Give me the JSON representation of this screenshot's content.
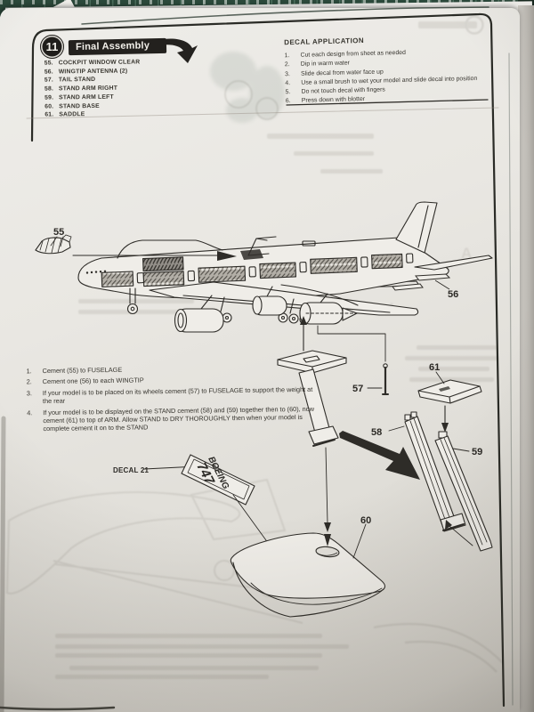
{
  "step": {
    "number": "11",
    "title": "Final Assembly"
  },
  "parts_list": [
    {
      "num": "55.",
      "name": "COCKPIT WINDOW CLEAR"
    },
    {
      "num": "56.",
      "name": "WINGTIP ANTENNA (2)"
    },
    {
      "num": "57.",
      "name": "TAIL STAND"
    },
    {
      "num": "58.",
      "name": "STAND ARM RIGHT"
    },
    {
      "num": "59.",
      "name": "STAND ARM LEFT"
    },
    {
      "num": "60.",
      "name": "STAND BASE"
    },
    {
      "num": "61.",
      "name": "SADDLE"
    }
  ],
  "decal_application": {
    "title": "DECAL APPLICATION",
    "steps": [
      {
        "num": "1.",
        "text": "Cut each design from sheet as needed"
      },
      {
        "num": "2.",
        "text": "Dip in warm water"
      },
      {
        "num": "3.",
        "text": "Slide decal from water face up"
      },
      {
        "num": "4.",
        "text": "Use a small brush to wet your model and slide decal into position"
      },
      {
        "num": "5.",
        "text": "Do not touch decal with fingers"
      },
      {
        "num": "6.",
        "text": "Press down with blotter"
      }
    ]
  },
  "instructions": [
    {
      "num": "1.",
      "text": "Cement (55) to FUSELAGE"
    },
    {
      "num": "2.",
      "text": "Cement one (56) to each WINGTIP"
    },
    {
      "num": "3.",
      "text": "If your model is to be placed on its wheels cement (57) to FUSELAGE to support the weight at the rear"
    },
    {
      "num": "4.",
      "text": "If your model is to be displayed on the STAND cement (58) and (59) together then to (60), now cement (61) to top of ARM. Allow STAND to DRY THOROUGHLY then when your model is complete cement it on to the STAND"
    }
  ],
  "callouts": {
    "part55": "55",
    "part56": "56",
    "part57": "57",
    "part58": "58",
    "part59": "59",
    "part60": "60",
    "part61": "61",
    "decal_label": "DECAL 21"
  },
  "decal": {
    "brand": "BOEING",
    "model": "747"
  },
  "colors": {
    "mat_green": "#2e4c3e",
    "paper": "#e9e7e2",
    "ink": "#2c2a26"
  }
}
